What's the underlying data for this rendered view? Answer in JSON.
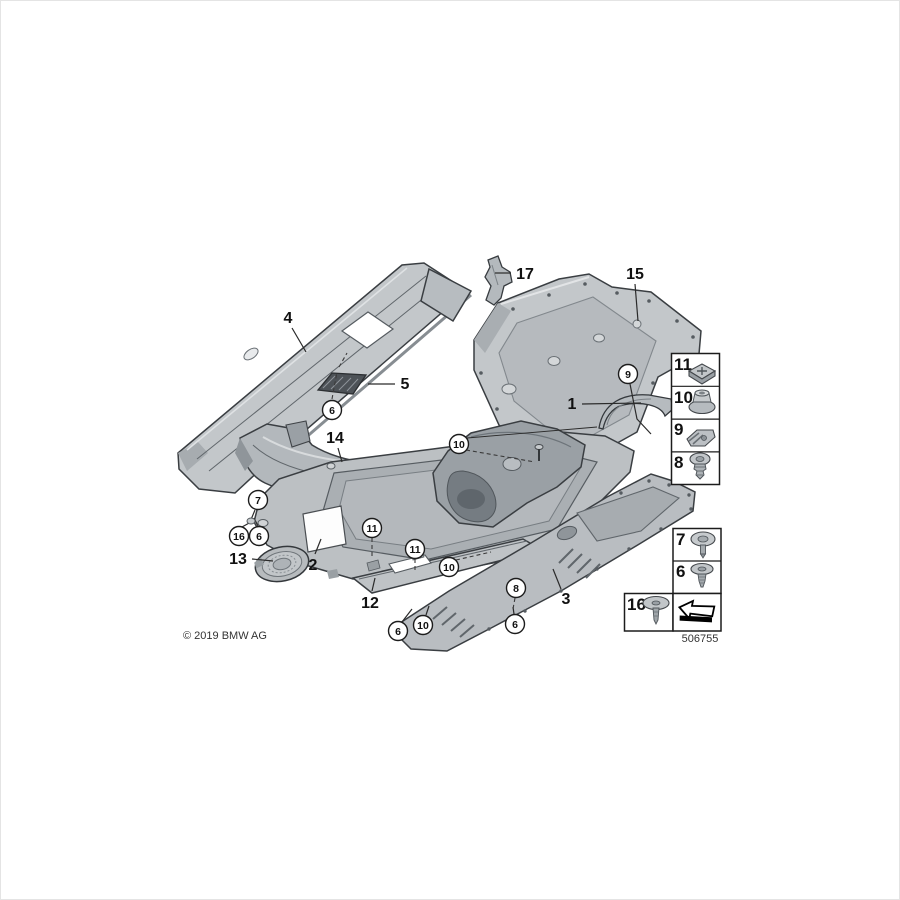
{
  "footer": {
    "copyright": "© 2019 BMW AG",
    "diagram_number": "506755"
  },
  "callouts": {
    "plain": [
      {
        "id": "part-4",
        "label": "4"
      },
      {
        "id": "part-5",
        "label": "5"
      },
      {
        "id": "part-17",
        "label": "17"
      },
      {
        "id": "part-15",
        "label": "15"
      },
      {
        "id": "part-1",
        "label": "1"
      },
      {
        "id": "part-14",
        "label": "14"
      },
      {
        "id": "part-13",
        "label": "13"
      },
      {
        "id": "part-2",
        "label": "2"
      },
      {
        "id": "part-12",
        "label": "12"
      },
      {
        "id": "part-3",
        "label": "3"
      }
    ],
    "circled": [
      {
        "id": "fastener-6-a",
        "label": "6"
      },
      {
        "id": "fastener-9",
        "label": "9"
      },
      {
        "id": "fastener-10-a",
        "label": "10"
      },
      {
        "id": "fastener-7",
        "label": "7"
      },
      {
        "id": "fastener-16",
        "label": "16"
      },
      {
        "id": "fastener-6-b",
        "label": "6"
      },
      {
        "id": "fastener-11-a",
        "label": "11"
      },
      {
        "id": "fastener-11-b",
        "label": "11"
      },
      {
        "id": "fastener-10-b",
        "label": "10"
      },
      {
        "id": "fastener-8",
        "label": "8"
      },
      {
        "id": "fastener-6-c",
        "label": "6"
      },
      {
        "id": "fastener-10-c",
        "label": "10"
      },
      {
        "id": "fastener-6-d",
        "label": "6"
      }
    ]
  },
  "legend": {
    "group_top": [
      {
        "label": "11",
        "icon": "cage-nut-icon"
      },
      {
        "label": "10",
        "icon": "plastic-nut-icon"
      },
      {
        "label": "9",
        "icon": "clamp-clip-icon"
      },
      {
        "label": "8",
        "icon": "expanding-rivet-icon"
      }
    ],
    "group_mid": [
      {
        "label": "7",
        "icon": "washer-screw-icon"
      },
      {
        "label": "6",
        "icon": "rivet-screw-icon"
      }
    ],
    "group_bottom": [
      {
        "label": "16",
        "icon": "large-washer-rivet-icon"
      }
    ],
    "direction_arrow": {
      "icon": "direction-arrow-icon"
    }
  },
  "colors": {
    "panel_light": "#c3c7ca",
    "panel_mid": "#aab0b4",
    "panel_dark": "#9aa0a5",
    "shield_dark": "#4d5257",
    "outline": "#3a3e42"
  }
}
